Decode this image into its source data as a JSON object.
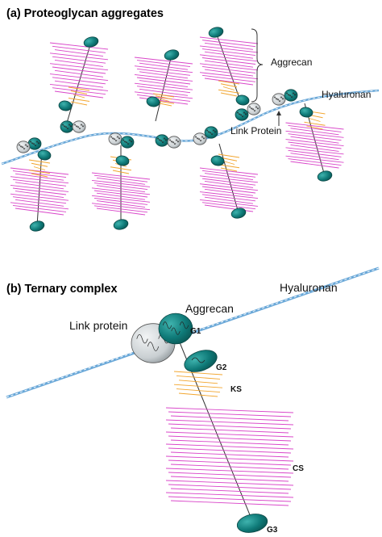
{
  "panel_a": {
    "title": "(a)  Proteoglycan aggregates",
    "labels": {
      "aggrecan": "Aggrecan",
      "hyaluronan": "Hyaluronan",
      "link_protein": "Link Protein"
    }
  },
  "panel_b": {
    "title": "(b)  Ternary complex",
    "labels": {
      "hyaluronan": "Hyaluronan",
      "aggrecan": "Aggrecan",
      "link_protein": "Link protein",
      "g1": "G1",
      "g2": "G2",
      "g3": "G3",
      "ks": "KS",
      "cs": "CS"
    }
  },
  "colors": {
    "hyaluronan": "#6aa8d8",
    "globular_domain": "#0f7a78",
    "link_protein": "#c9cfd2",
    "chondroitin_sulfate": "#d946c9",
    "keratan_sulfate": "#f2a52e",
    "core_protein": "#333333"
  }
}
